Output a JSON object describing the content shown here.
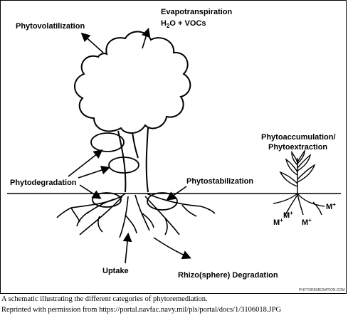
{
  "labels": {
    "phytovolatilization": "Phytovolatilization",
    "evapotranspiration": "Evapotranspiration",
    "evapo_h": "H",
    "evapo_sub": "2",
    "evapo_rest": "O + VOCs",
    "phytoaccumulation": "Phytoaccumulation/",
    "phytoextraction": "Phytoextraction",
    "phytodegradation": "Phytodegradation",
    "phytostabilization": "Phytostabilization",
    "uptake": "Uptake",
    "rhizo": "Rhizo(sphere) Degradation",
    "metal_m": "M",
    "metal_plus": "+",
    "watermark": "PHYTOREMEDIATION.COM"
  },
  "caption": {
    "line1": "A schematic illustrating the different categories of phytoremediation.",
    "line2": "Reprinted with permission from https://portal.navfac.navy.mil/pls/portal/docs/1/3106018.JPG"
  },
  "colors": {
    "ink": "#000000",
    "background": "#ffffff"
  }
}
